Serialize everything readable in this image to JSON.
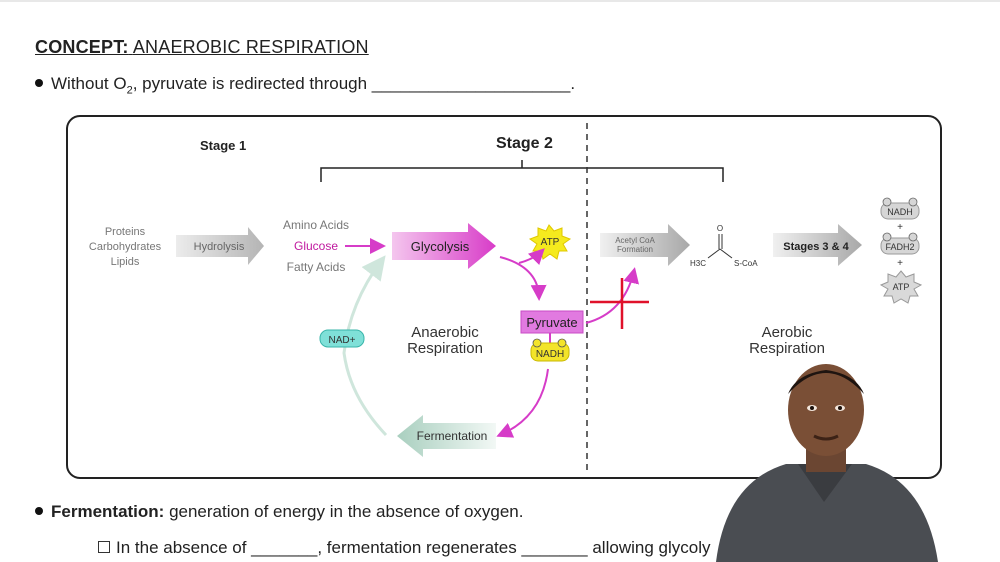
{
  "header": {
    "concept_label": "CONCEPT:",
    "concept_title": "ANAEROBIC RESPIRATION"
  },
  "bullets": {
    "first_prefix": "Without O",
    "first_sub": "2",
    "first_suffix": ", pyruvate is redirected through _____________________.",
    "fermentation_term": "Fermentation:",
    "fermentation_def": " generation of energy in the absence of oxygen.",
    "sub_item": "In the absence of _______, fermentation regenerates _______ allowing glycoly"
  },
  "diagram": {
    "stage1": "Stage 1",
    "stage2": "Stage 2",
    "inputs": [
      "Proteins",
      "Carbohydrates",
      "Lipids"
    ],
    "hydrolysis": "Hydrolysis",
    "monomers": [
      "Amino Acids",
      "Glucose",
      "Fatty Acids"
    ],
    "glycolysis": "Glycolysis",
    "atp": "ATP",
    "pyruvate": "Pyruvate",
    "nadh": "NADH",
    "nad_plus": "NAD+",
    "anaerobic": [
      "Anaerobic",
      "Respiration"
    ],
    "fermentation": "Fermentation",
    "acetyl_coa": [
      "Acetyl CoA",
      "Formation"
    ],
    "molecule_o": "O",
    "molecule_h3c": "H3C",
    "molecule_scoa": "S-CoA",
    "stages34": "Stages 3 & 4",
    "products": [
      "NADH",
      "+",
      "FADH2",
      "+",
      "ATP"
    ],
    "aerobic": [
      "Aerobic",
      "Respiration"
    ]
  },
  "colors": {
    "magenta": "#d63cc8",
    "gray_arrow": "#b8b8b8",
    "teal": "#c9e6dc",
    "nad_cyan": "#7fe0d8",
    "atp_yellow": "#f5ea1e",
    "red_cross": "#e0112a"
  }
}
